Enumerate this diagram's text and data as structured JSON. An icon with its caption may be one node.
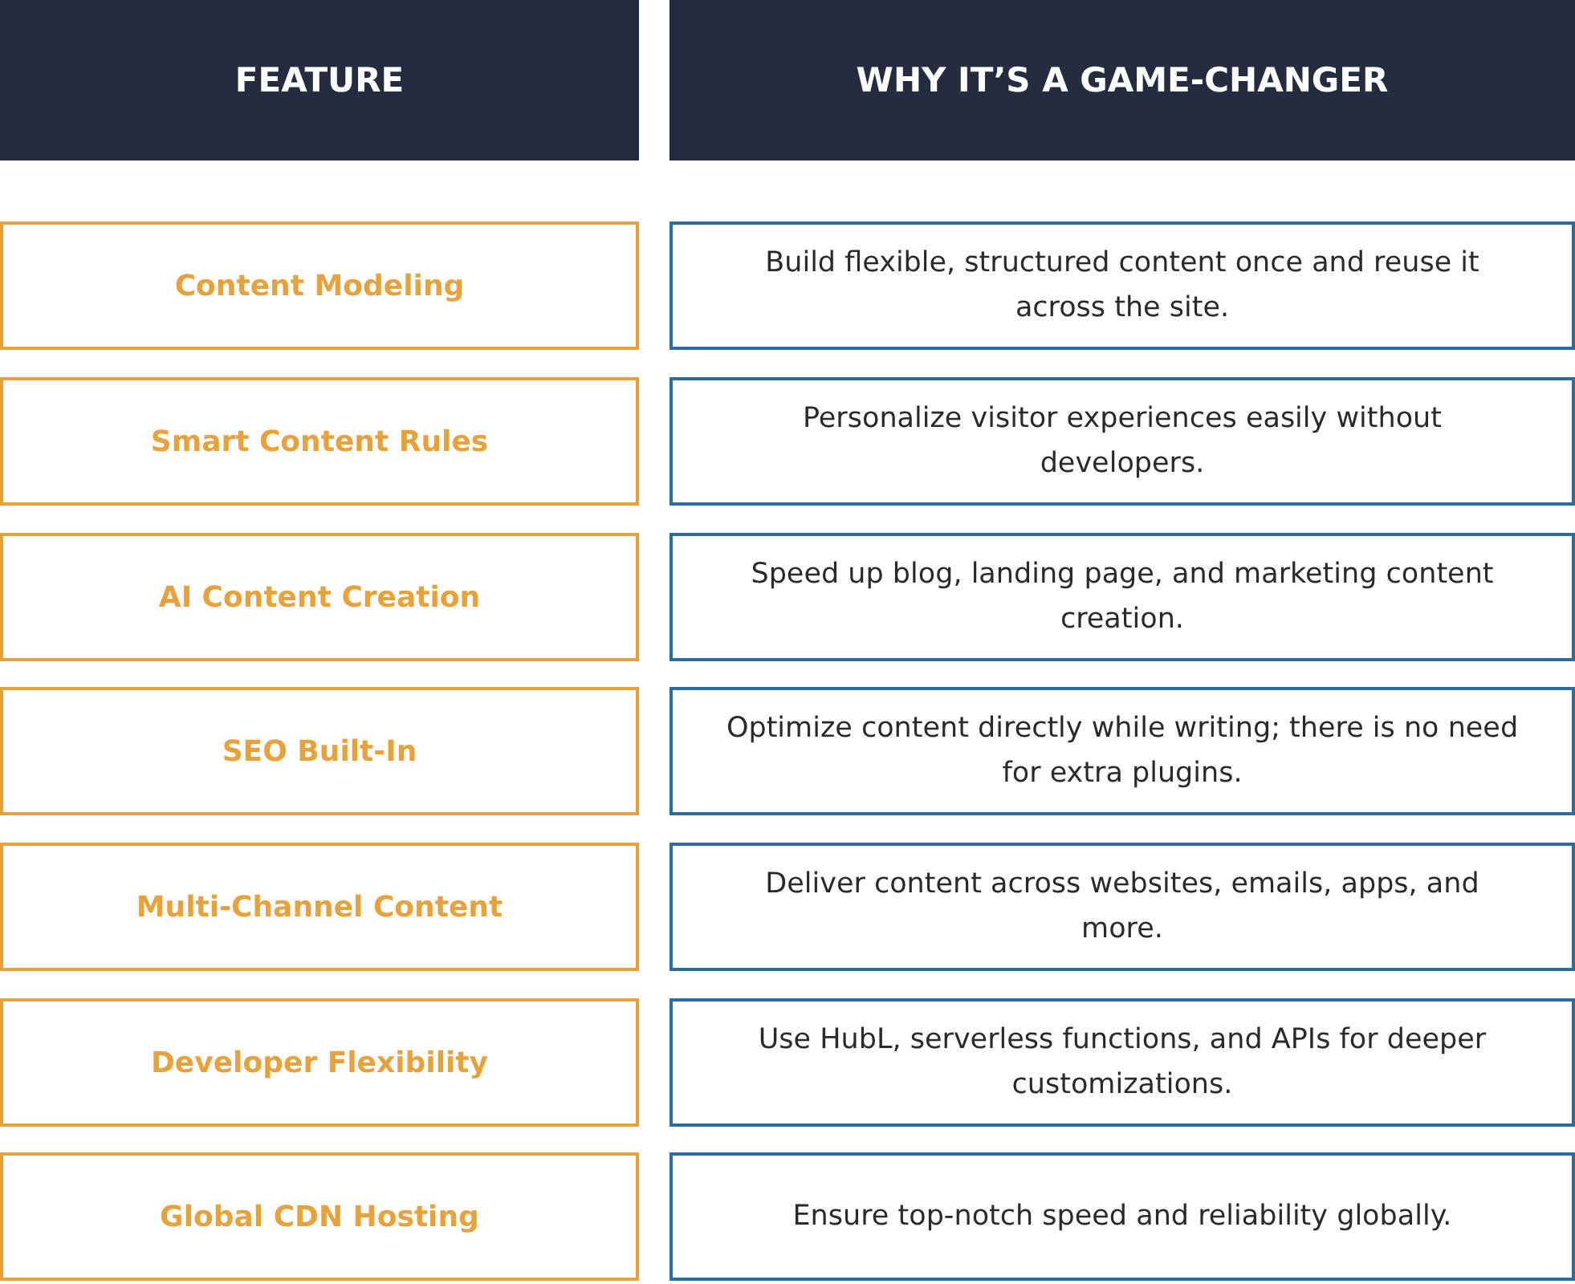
{
  "diagram": {
    "nodes": [
      {
        "text": [
          "FEATURE"
        ]
      },
      {
        "text": [
          "WHY IT’S A GAME-CHANGER"
        ]
      },
      {
        "text": [
          "Content Modeling"
        ]
      },
      {
        "text": [
          "Build flexible, structured content once and reuse it across the site."
        ]
      },
      {
        "text": [
          "Smart Content Rules"
        ]
      },
      {
        "text": [
          "Personalize visitor experiences easily without developers."
        ]
      },
      {
        "text": [
          "AI Content Creation"
        ]
      },
      {
        "text": [
          "Speed up blog, landing page, and marketing content creation."
        ]
      },
      {
        "text": [
          "SEO Built-In"
        ]
      },
      {
        "text": [
          "Optimize content directly while writing; there is no need for extra plugins."
        ]
      },
      {
        "text": [
          "Multi-Channel Content"
        ]
      },
      {
        "text": [
          "Deliver content across websites, emails, apps, and more."
        ]
      },
      {
        "text": [
          "Developer Flexibility"
        ]
      },
      {
        "text": [
          "Use HubL, serverless functions, and APIs for deeper customizations."
        ]
      },
      {
        "text": [
          "Global CDN Hosting"
        ]
      },
      {
        "text": [
          "Ensure top-notch speed and reliability globally."
        ]
      }
    ]
  }
}
